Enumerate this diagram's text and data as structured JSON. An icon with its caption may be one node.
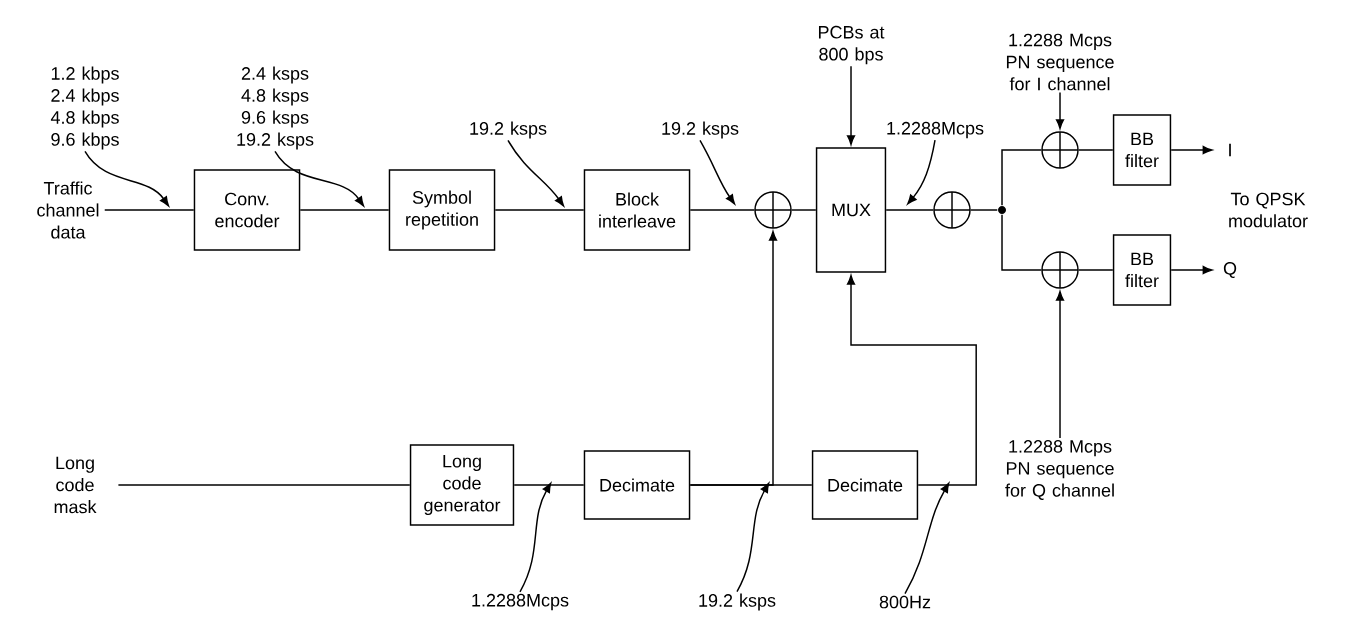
{
  "diagram": {
    "nodes": [
      {
        "text": [
          "Traffic channel data"
        ]
      },
      {
        "text": [
          "Conv. encoder"
        ]
      },
      {
        "text": [
          "Symbol repetition"
        ]
      },
      {
        "text": [
          "Block interleave"
        ]
      },
      {
        "text": [],
        "shape": "circle"
      },
      {
        "text": [
          "MUX"
        ]
      },
      {
        "text": [],
        "shape": "circle"
      },
      {
        "text": [],
        "shape": "dot"
      },
      {
        "text": [],
        "shape": "circle"
      },
      {
        "text": [
          "BB filter"
        ]
      },
      {
        "text": [],
        "shape": "circle"
      },
      {
        "text": [
          "BB filter"
        ]
      },
      {
        "text": [
          "I"
        ]
      },
      {
        "text": [
          "Q"
        ]
      },
      {
        "text": [
          "Long code mask"
        ]
      },
      {
        "text": [
          "Long code generator"
        ]
      },
      {
        "text": [
          "Decimate"
        ]
      },
      {
        "text": [
          "Decimate"
        ]
      },
      {
        "text": [
          "PCBs at 800 bps"
        ]
      },
      {
        "text": [
          "1.2288 Mcps PN sequence for I channel"
        ]
      },
      {
        "text": [
          "1.2288 Mcps PN sequence for Q channel"
        ]
      },
      {
        "text": [
          "1.2 kbps",
          "2.4 kbps",
          "4.8 kbps",
          "9.6 kbps"
        ]
      },
      {
        "text": [
          "2.4 ksps",
          "4.8 ksps",
          "9.6 ksps",
          "19.2 ksps"
        ]
      },
      {
        "text": [
          "19.2 ksps"
        ]
      },
      {
        "text": [
          "19.2 ksps"
        ]
      },
      {
        "text": [
          "1.2288Mcps"
        ]
      },
      {
        "text": [
          "1.2288Mcps"
        ]
      },
      {
        "text": [
          "19.2 ksps"
        ]
      },
      {
        "text": [
          "800Hz"
        ]
      }
    ],
    "edges": [
      {
        "from": 0,
        "to": 1,
        "arrow": "none"
      },
      {
        "from": 1,
        "to": 2,
        "arrow": "none"
      },
      {
        "from": 2,
        "to": 3,
        "arrow": "none"
      },
      {
        "from": 3,
        "to": 4,
        "arrow": "none"
      },
      {
        "from": 4,
        "to": 5,
        "arrow": "none"
      },
      {
        "from": 5,
        "to": 6,
        "arrow": "none"
      },
      {
        "from": 6,
        "to": 7,
        "arrow": "none"
      },
      {
        "from": 7,
        "to": 8,
        "arrow": "none"
      },
      {
        "from": 8,
        "to": 9,
        "arrow": "none"
      },
      {
        "from": 7,
        "to": 10,
        "arrow": "none"
      },
      {
        "from": 10,
        "to": 11,
        "arrow": "none"
      },
      {
        "from": 9,
        "to": 12,
        "arrow": "to"
      },
      {
        "from": 11,
        "to": 13,
        "arrow": "to"
      },
      {
        "from": 14,
        "to": 15,
        "arrow": "none"
      },
      {
        "from": 15,
        "to": 16,
        "arrow": "none"
      },
      {
        "from": 16,
        "to": 4,
        "arrow": "to"
      },
      {
        "from": 16,
        "to": 17,
        "arrow": "none"
      },
      {
        "from": 17,
        "to": 5,
        "arrow": "to"
      },
      {
        "from": 18,
        "to": 5,
        "arrow": "to"
      },
      {
        "from": 19,
        "to": 8,
        "arrow": "to"
      },
      {
        "from": 20,
        "to": 10,
        "arrow": "to"
      },
      {
        "from": 21,
        "to": null,
        "arrow": "to"
      },
      {
        "from": 22,
        "to": null,
        "arrow": "to"
      },
      {
        "from": 23,
        "to": null,
        "arrow": "to"
      },
      {
        "from": 24,
        "to": null,
        "arrow": "to"
      },
      {
        "from": 25,
        "to": null,
        "arrow": "to"
      },
      {
        "from": 26,
        "to": null,
        "arrow": "to"
      },
      {
        "from": 27,
        "to": null,
        "arrow": "to"
      },
      {
        "from": 28,
        "to": null,
        "arrow": "to"
      }
    ],
    "labels": [
      "To QPSK modulator"
    ]
  }
}
